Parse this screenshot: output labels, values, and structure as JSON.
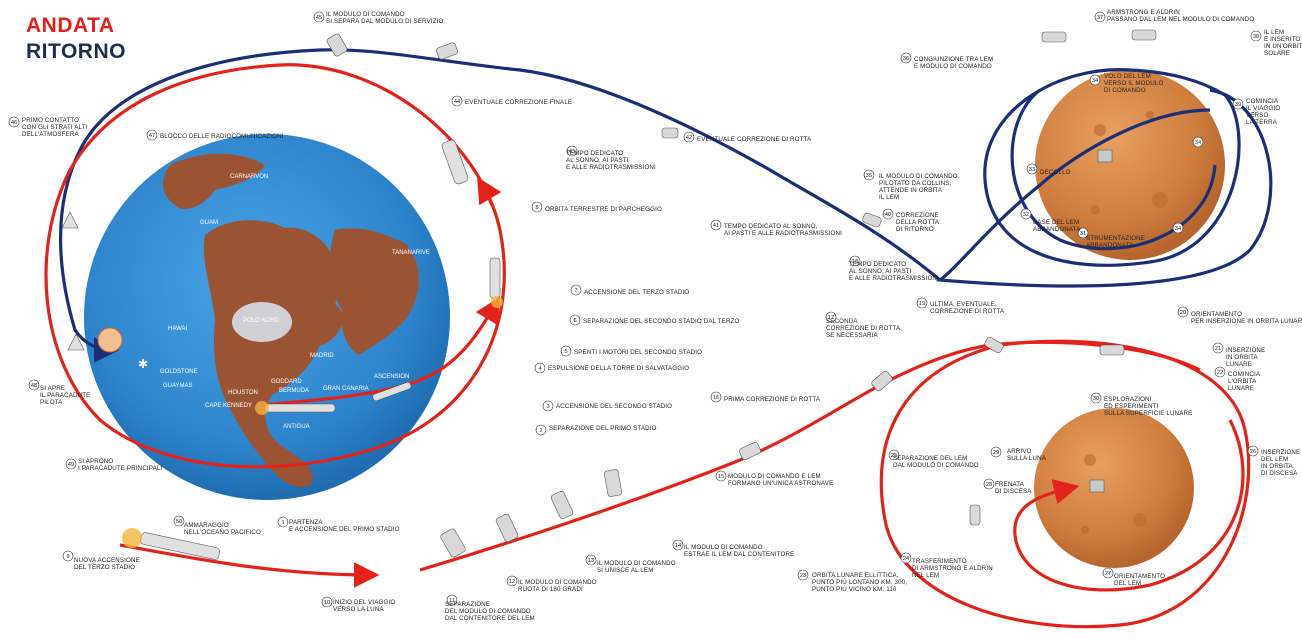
{
  "legend": {
    "outbound": "ANDATA",
    "return": "RITORNO"
  },
  "colors": {
    "outbound": "#e3221b",
    "return": "#1b2e78",
    "ocean": "#2e8ad0",
    "land": "#9b5433",
    "moon": "#d4874a"
  },
  "earth_labels": [
    {
      "id": "carnarvon",
      "text": "CARNARVON"
    },
    {
      "id": "guam",
      "text": "GUAM"
    },
    {
      "id": "tananarive",
      "text": "TANANARIVE"
    },
    {
      "id": "hawai",
      "text": "HAWAI"
    },
    {
      "id": "polo",
      "text": "POLO NORD"
    },
    {
      "id": "madrid",
      "text": "MADRID"
    },
    {
      "id": "goldstone",
      "text": "GOLDSTONE"
    },
    {
      "id": "guaymas",
      "text": "GUAYMAS"
    },
    {
      "id": "houston",
      "text": "HOUSTON"
    },
    {
      "id": "goddard",
      "text": "GODDARD"
    },
    {
      "id": "bermuda",
      "text": "BERMUDA"
    },
    {
      "id": "granc",
      "text": "GRAN CANARIA"
    },
    {
      "id": "ascension",
      "text": "ASCENSION"
    },
    {
      "id": "capek",
      "text": "CAPE KENNEDY"
    },
    {
      "id": "antigua",
      "text": "ANTIGUA"
    }
  ],
  "steps": [
    {
      "n": "1",
      "lines": [
        "PARTENZA",
        "E ACCENSIONE DEL PRIMO STADIO"
      ]
    },
    {
      "n": "2",
      "lines": [
        "SEPARAZIONE DEL PRIMO STADIO"
      ]
    },
    {
      "n": "3",
      "lines": [
        "ACCENSIONE DEL SECONDO STADIO"
      ]
    },
    {
      "n": "4",
      "lines": [
        "ESPULSIONE DELLA TORRE DI SALVATAGGIO"
      ]
    },
    {
      "n": "5",
      "lines": [
        "SPENTI I MOTORI DEL SECONDO STADIO"
      ]
    },
    {
      "n": "6",
      "lines": [
        "SEPARAZIONE DEL SECONDO STADIO DAL TERZO"
      ]
    },
    {
      "n": "7",
      "lines": [
        "ACCENSIONE DEL TERZO STADIO"
      ]
    },
    {
      "n": "8",
      "lines": [
        "ORBITA TERRESTRE DI PARCHEGGIO"
      ]
    },
    {
      "n": "9",
      "lines": [
        "NUOVA ACCENSIONE",
        "DEL TERZO STADIO"
      ]
    },
    {
      "n": "10",
      "lines": [
        "INIZIO DEL VIAGGIO",
        "VERSO LA LUNA"
      ]
    },
    {
      "n": "11",
      "lines": [
        "SEPARAZIONE",
        "DEL MODULO DI COMANDO",
        "DAL CONTENITORE DEL LEM"
      ]
    },
    {
      "n": "12",
      "lines": [
        "IL MODULO DI COMANDO",
        "RUOTA DI 180 GRADI"
      ]
    },
    {
      "n": "13",
      "lines": [
        "IL MODULO DI COMANDO",
        "SI UNISCE AL LEM"
      ]
    },
    {
      "n": "14",
      "lines": [
        "IL MODULO DI COMANDO",
        "ESTRAE IL LEM DAL CONTENITORE"
      ]
    },
    {
      "n": "15",
      "lines": [
        "MODULO DI COMANDO E LEM",
        "FORMANO UN'UNICA ASTRONAVE"
      ]
    },
    {
      "n": "16",
      "lines": [
        "PRIMA CORREZIONE DI ROTTA"
      ]
    },
    {
      "n": "17",
      "lines": [
        "SECONDA",
        "CORREZIONE DI ROTTA,",
        "SE NECESSARIA"
      ]
    },
    {
      "n": "18",
      "lines": [
        "TEMPO DEDICATO",
        "AL SONNO, AI PASTI",
        "E ALLE RADIOTRASMISSIONI"
      ]
    },
    {
      "n": "19",
      "lines": [
        "ULTIMA, EVENTUALE,",
        "CORREZIONE DI ROTTA"
      ]
    },
    {
      "n": "20",
      "lines": [
        "ORIENTAMENTO",
        "PER INSERZIONE IN ORBITA LUNARE"
      ]
    },
    {
      "n": "21",
      "lines": [
        "INSERZIONE",
        "IN ORBITA",
        "LUNARE"
      ]
    },
    {
      "n": "22",
      "lines": [
        "COMINCIA",
        "L'ORBITA",
        "LUNARE"
      ]
    },
    {
      "n": "23",
      "lines": [
        "ORBITA LUNARE ELLITTICA,",
        "PUNTO PIÙ LONTANO KM. 300,",
        "PUNTO PIÙ VICINO KM. 110"
      ]
    },
    {
      "n": "24",
      "lines": [
        "TRASFERIMENTO",
        "DI ARMSTRONG E ALDRIN",
        "NEL LEM"
      ]
    },
    {
      "n": "25",
      "lines": [
        "SEPARAZIONE DEL LEM",
        "DAL MODULO DI COMANDO"
      ]
    },
    {
      "n": "26",
      "lines": [
        "INSERZIONE",
        "DEL LEM",
        "IN ORBITA",
        "DI DISCESA"
      ]
    },
    {
      "n": "27",
      "lines": [
        "ORIENTAMENTO",
        "DEL LEM"
      ]
    },
    {
      "n": "28",
      "lines": [
        "FRENATA",
        "DI DISCESA"
      ]
    },
    {
      "n": "29",
      "lines": [
        "ARRIVO",
        "SULLA LUNA"
      ]
    },
    {
      "n": "30",
      "lines": [
        "ESPLORAZIONI",
        "ED ESPERIMENTI",
        "SULLA SUPERFICIE LUNARE"
      ]
    },
    {
      "n": "31",
      "lines": [
        "STRUMENTAZIONE",
        "ABBANDONATA"
      ]
    },
    {
      "n": "32",
      "lines": [
        "BASE DEL LEM",
        "ABBANDONATA"
      ]
    },
    {
      "n": "33",
      "lines": [
        "DECOLLO"
      ]
    },
    {
      "n": "34",
      "lines": [
        "VOLO DEL LEM",
        "VERSO IL MODULO",
        "DI COMANDO"
      ]
    },
    {
      "n": "35",
      "lines": [
        "IL MODULO DI COMANDO,",
        "PILOTATO DA COLLINS,",
        "ATTENDE IN ORBITA",
        "IL LEM"
      ]
    },
    {
      "n": "36",
      "lines": [
        "CONGIUNZIONE TRA LEM",
        "E MODULO DI COMANDO"
      ]
    },
    {
      "n": "37",
      "lines": [
        "ARMSTRONG E ALDRIN",
        "PASSANO DAL LEM NEL MODULO DI COMANDO"
      ]
    },
    {
      "n": "38",
      "lines": [
        "IL LEM",
        "E INSERITO",
        "IN UN'ORBITA",
        "SOLARE"
      ]
    },
    {
      "n": "39",
      "lines": [
        "COMINCIA",
        "IL VIAGGIO",
        "VERSO",
        "LA TERRA"
      ]
    },
    {
      "n": "40",
      "lines": [
        "CORREZIONE",
        "DELLA ROTTA",
        "DI RITORNO"
      ]
    },
    {
      "n": "41",
      "lines": [
        "TEMPO DEDICATO AL SONNO,",
        "AI PASTI E ALLE RADIOTRASMISSIONI"
      ]
    },
    {
      "n": "42",
      "lines": [
        "EVENTUALE CORREZIONE DI ROTTA"
      ]
    },
    {
      "n": "43",
      "lines": [
        "TEMPO DEDICATO",
        "AL SONNO, AI PASTI",
        "E ALLE RADIOTRASMISSIONI"
      ]
    },
    {
      "n": "44",
      "lines": [
        "EVENTUALE CORREZIONE FINALE"
      ]
    },
    {
      "n": "45",
      "lines": [
        "IL MODULO DI COMANDO",
        "SI SEPARA DAL MODULO DI SERVIZIO"
      ]
    },
    {
      "n": "46",
      "lines": [
        "PRIMO CONTATTO",
        "CON GLI STRATI ALTI",
        "DELL'ATMOSFERA"
      ]
    },
    {
      "n": "47",
      "lines": [
        "BLOCCO DELLE RADIOCOMUNICAZIONI"
      ]
    },
    {
      "n": "48",
      "lines": [
        "SI APRE",
        "IL PARACADUTE",
        "PILOTA"
      ]
    },
    {
      "n": "49",
      "lines": [
        "SI APRONO",
        "I PARACADUTE PRINCIPALI"
      ]
    },
    {
      "n": "50",
      "lines": [
        "AMMARAGGIO",
        "NELL'OCEANO PACIFICO"
      ]
    }
  ],
  "extra_markers": [
    "34",
    "34"
  ]
}
